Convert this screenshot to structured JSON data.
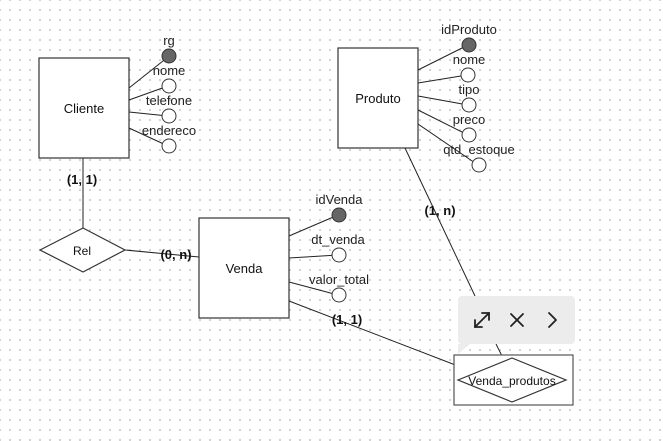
{
  "diagram": {
    "entities": {
      "cliente": "Cliente",
      "produto": "Produto",
      "venda": "Venda"
    },
    "relationships": {
      "rel": "Rel",
      "venda_produtos": "Venda_produtos"
    },
    "attributes": {
      "cliente": [
        "rg",
        "nome",
        "telefone",
        "endereco"
      ],
      "produto": [
        "idProduto",
        "nome",
        "tipo",
        "preco",
        "qtd_estoque"
      ],
      "venda": [
        "idVenda",
        "dt_venda",
        "valor_total"
      ]
    },
    "cardinalities": {
      "cliente_rel": "(1, 1)",
      "rel_venda": "(0, n)",
      "produto_vp": "(1, n)",
      "venda_vp": "(1, 1)"
    }
  },
  "toolbar": {
    "icons": [
      "expand-icon",
      "close-icon",
      "chevron-right-icon"
    ]
  }
}
